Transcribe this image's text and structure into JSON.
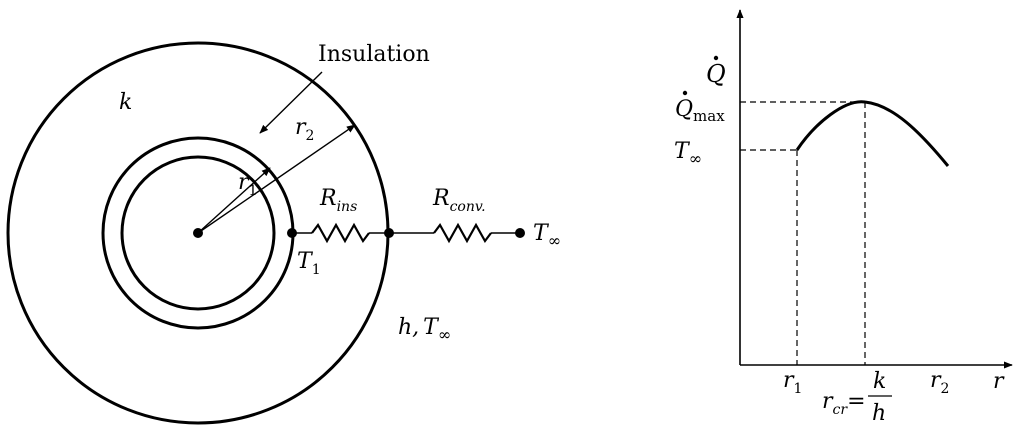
{
  "cylinder": {
    "insulation_label": "Insulation",
    "k_label": "k",
    "r1": {
      "sym": "r",
      "sub": "1"
    },
    "r2": {
      "sym": "r",
      "sub": "2"
    },
    "r_ins": {
      "sym": "R",
      "sub": "ins"
    },
    "r_conv": {
      "sym": "R",
      "sub": "conv."
    },
    "t1": {
      "sym": "T",
      "sub": "1"
    },
    "t_inf": {
      "sym": "T",
      "sub": "∞"
    },
    "h_t_inf": {
      "h": "h,",
      "sym": "T",
      "sub": "∞"
    }
  },
  "graph": {
    "y_axis": {
      "sym": "Q"
    },
    "x_axis": {
      "sym": "r"
    },
    "q_max": {
      "sym": "Q",
      "sub": "max"
    },
    "t_inf": {
      "sym": "T",
      "sub": "∞"
    },
    "r1": {
      "sym": "r",
      "sub": "1"
    },
    "r2": {
      "sym": "r",
      "sub": "2"
    },
    "r_cr": {
      "sym": "r",
      "sub": "cr",
      "eq": "=",
      "num": "k",
      "den": "h"
    }
  },
  "colors": {
    "ink": "#000000",
    "background": "#ffffff"
  }
}
